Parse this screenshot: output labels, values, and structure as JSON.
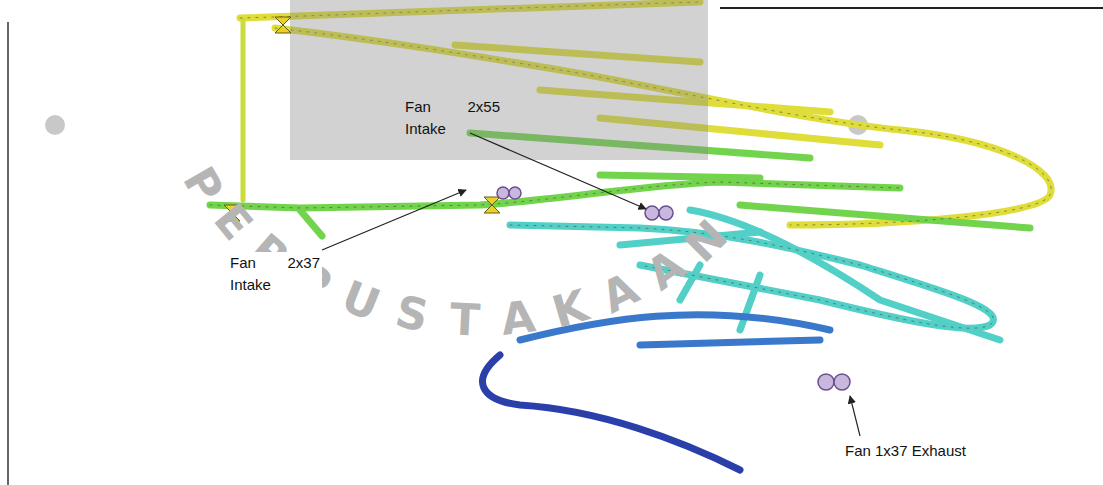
{
  "diagram": {
    "labels": [
      "Fan 2x55 Intake",
      "Fan 2x37 Intake",
      "Fan 1x37 Exhaust",
      "PERPUSTAKAAN"
    ]
  }
}
